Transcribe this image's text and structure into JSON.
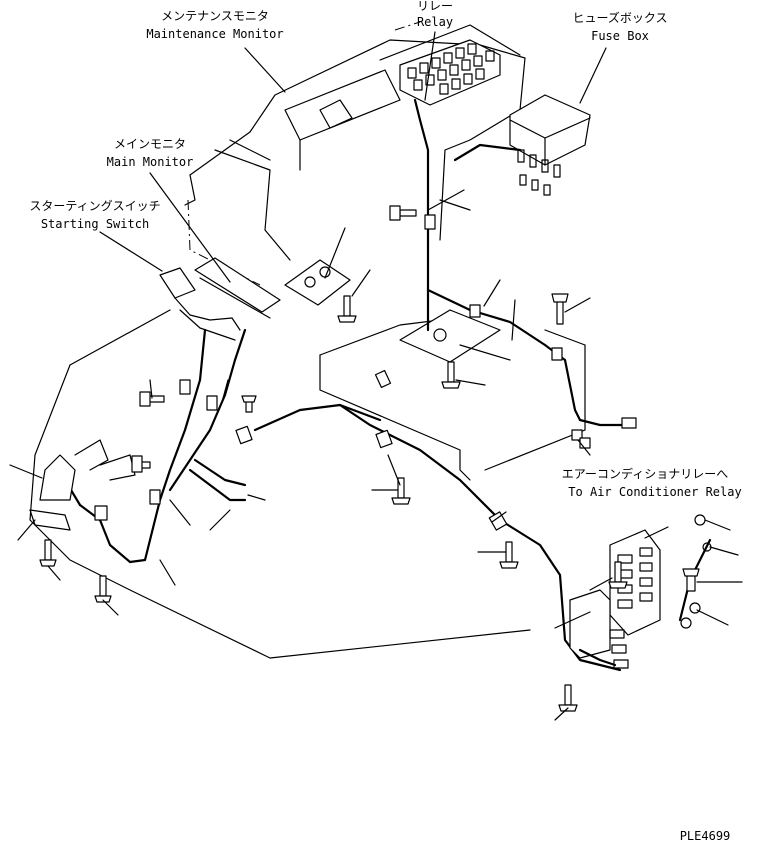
{
  "labels": {
    "maintenance_monitor_jp": "メンテナンスモニタ",
    "maintenance_monitor_en": "Maintenance Monitor",
    "relay_jp": "リレー",
    "relay_en": "Relay",
    "fuse_box_jp": "ヒューズボックス",
    "fuse_box_en": "Fuse Box",
    "main_monitor_jp": "メインモニタ",
    "main_monitor_en": "Main Monitor",
    "starting_switch_jp": "スターティングスイッチ",
    "starting_switch_en": "Starting Switch",
    "air_conditioner_relay_jp": "エアーコンディショナリレーへ",
    "air_conditioner_relay_en": "To Air Conditioner Relay",
    "drawing_number": "PLE4699"
  }
}
